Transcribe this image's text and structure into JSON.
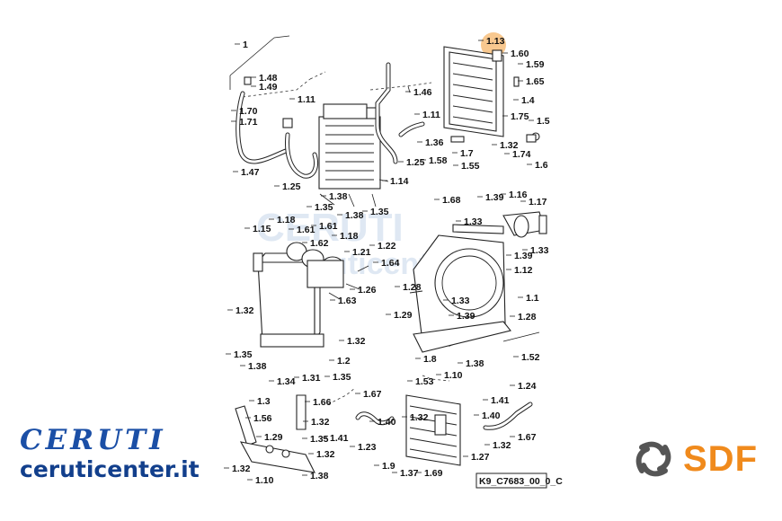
{
  "diagram": {
    "reference_code": "K9_C7683_00_0_C",
    "highlighted_label": "1.13",
    "highlight_color": "#f5b56a"
  },
  "watermark": {
    "brand": "CERUTI",
    "url": "ceruticenter.it",
    "color": "#dfe8f3"
  },
  "logos": {
    "ceruti_word": "CERUTI",
    "ceruti_url": "ceruticenter.it",
    "ceruti_color": "#1b4fa6",
    "sdf_text": "SDF",
    "sdf_color": "#f08a1c",
    "sdf_icon_color": "#555555"
  },
  "labels": [
    "1",
    "1.48",
    "1.49",
    "1.70",
    "1.71",
    "1.47",
    "1.25",
    "1.11",
    "1.46",
    "1.11",
    "1.36",
    "1.7",
    "1.58",
    "1.55",
    "1.13",
    "1.60",
    "1.59",
    "1.65",
    "1.4",
    "1.75",
    "1.5",
    "1.32",
    "1.74",
    "1.6",
    "1.25",
    "1.14",
    "1.38",
    "1.35",
    "1.38",
    "1.35",
    "1.15",
    "1.18",
    "1.61",
    "1.61",
    "1.18",
    "1.62",
    "1.21",
    "1.22",
    "1.64",
    "1.26",
    "1.63",
    "1.68",
    "1.39",
    "1.16",
    "1.17",
    "1.33",
    "1.33",
    "1.39",
    "1.12",
    "1.28",
    "1.1",
    "1.33",
    "1.29",
    "1.39",
    "1.8",
    "1.10",
    "1.38",
    "1.28",
    "1.52",
    "1.32",
    "1.35",
    "1.38",
    "1.32",
    "1.2",
    "1.34",
    "1.31",
    "1.35",
    "1.3",
    "1.56",
    "1.66",
    "1.29",
    "1.35",
    "1.32",
    "1.32",
    "1.10",
    "1.38",
    "1.32",
    "1.67",
    "1.40",
    "1.41",
    "1.23",
    "1.53",
    "1.32",
    "1.41",
    "1.24",
    "1.40",
    "1.32",
    "1.67",
    "1.9",
    "1.37",
    "1.69",
    "1.27"
  ]
}
